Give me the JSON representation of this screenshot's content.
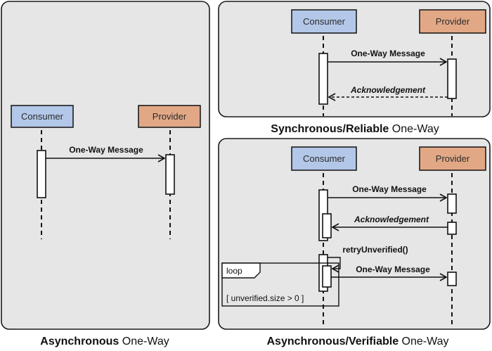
{
  "actors": {
    "consumer": "Consumer",
    "provider": "Provider"
  },
  "colors": {
    "consumer": "#b3c7e8",
    "provider": "#e2a886",
    "panel": "#e6e6e6"
  },
  "panels": {
    "async": {
      "caption_bold": "Asynchronous",
      "caption_rest": " One-Way",
      "message": "One-Way Message"
    },
    "sync": {
      "caption_bold": "Synchronous/Reliable",
      "caption_rest": " One-Way",
      "message": "One-Way Message",
      "ack": "Acknowledgement"
    },
    "verifiable": {
      "caption_bold": "Asynchronous/Verifiable",
      "caption_rest": " One-Way",
      "message": "One-Way Message",
      "ack": "Acknowledgement",
      "retry": "retryUnverified()",
      "loop_tag": "loop",
      "loop_guard": "[ unverified.size > 0 ]",
      "loop_message": "One-Way Message"
    }
  }
}
